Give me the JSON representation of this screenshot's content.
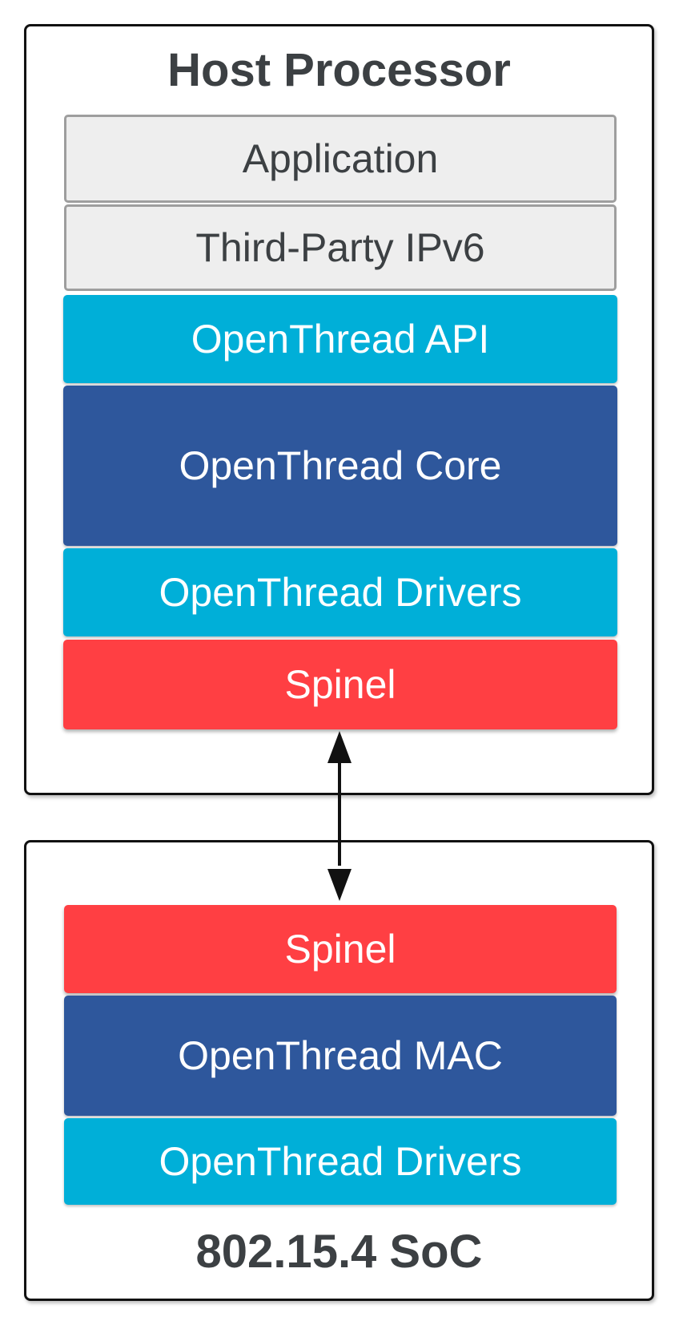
{
  "host": {
    "title": "Host Processor",
    "layers": [
      {
        "label": "Application"
      },
      {
        "label": "Third-Party IPv6"
      },
      {
        "label": "OpenThread API"
      },
      {
        "label": "OpenThread Core"
      },
      {
        "label": "OpenThread Drivers"
      },
      {
        "label": "Spinel"
      }
    ]
  },
  "soc": {
    "title": "802.15.4 SoC",
    "layers": [
      {
        "label": "Spinel"
      },
      {
        "label": "OpenThread MAC"
      },
      {
        "label": "OpenThread Drivers"
      }
    ]
  },
  "colors": {
    "gray_layer": "#eeeeee",
    "cyan_layer": "#00afd8",
    "navy_layer": "#2e579c",
    "red_layer": "#ff3f43",
    "title_text": "#3c4043"
  }
}
